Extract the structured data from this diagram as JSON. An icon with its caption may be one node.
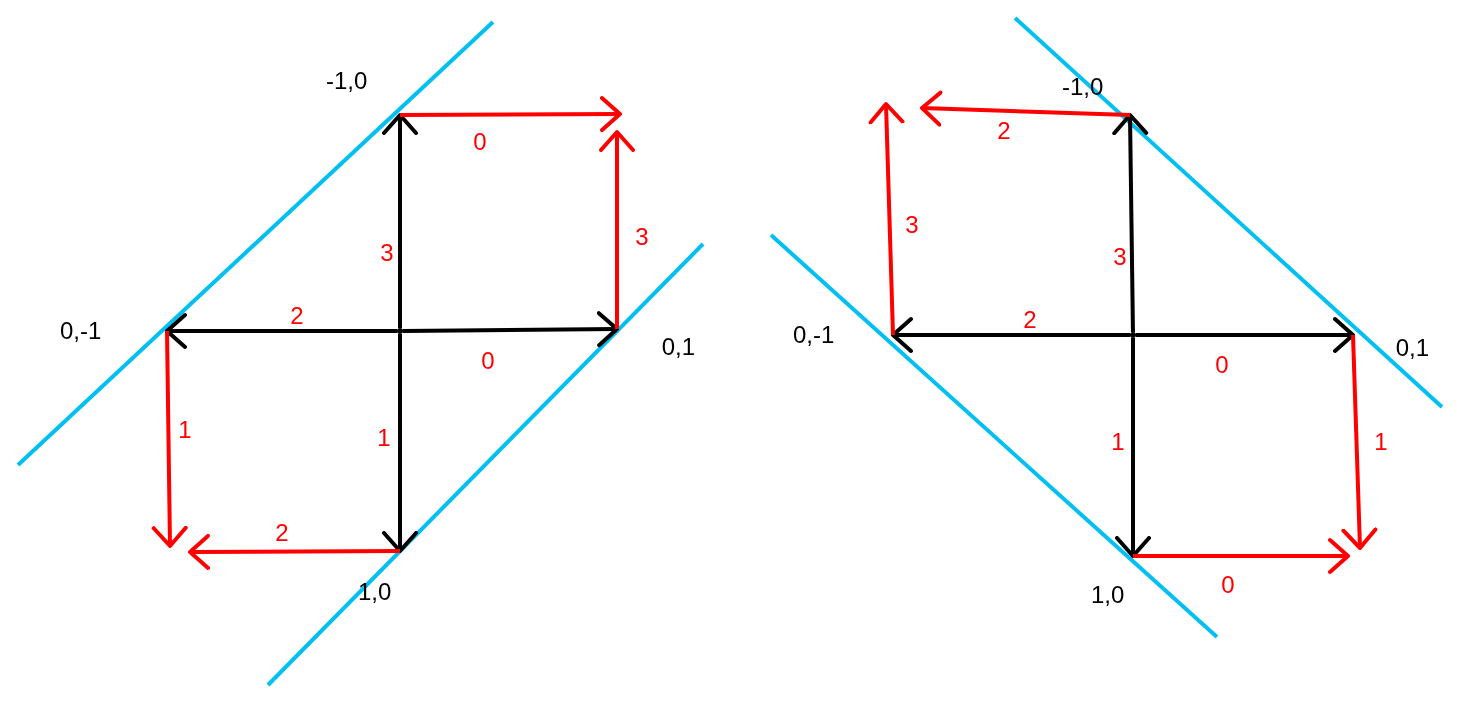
{
  "diagram": {
    "nodes": [
      {
        "text": [
          "-1,0"
        ]
      },
      {
        "text": [
          "0,-1"
        ]
      },
      {
        "text": [],
        "shape": "circle"
      },
      {
        "text": [
          "0,1"
        ]
      },
      {
        "text": [
          "1,0"
        ]
      },
      {
        "text": [
          "-1,0"
        ]
      },
      {
        "text": [
          "0,-1"
        ]
      },
      {
        "text": [],
        "shape": "circle"
      },
      {
        "text": [
          "0,1"
        ]
      },
      {
        "text": [
          "1,0"
        ]
      }
    ],
    "edges": [
      {
        "from": 2,
        "to": 0,
        "arrow": "to",
        "label": "3"
      },
      {
        "from": 2,
        "to": 1,
        "arrow": "to",
        "label": "2"
      },
      {
        "from": 2,
        "to": 3,
        "arrow": "to",
        "label": "0"
      },
      {
        "from": 2,
        "to": 4,
        "arrow": "to",
        "label": "1"
      },
      {
        "from": 0,
        "to": null,
        "arrow": "to",
        "label": "0",
        "color": "#ff0000"
      },
      {
        "from": 3,
        "to": null,
        "arrow": "to",
        "label": "3",
        "color": "#ff0000"
      },
      {
        "from": 1,
        "to": null,
        "arrow": "to",
        "label": "1",
        "color": "#ff0000"
      },
      {
        "from": 4,
        "to": null,
        "arrow": "to",
        "label": "2",
        "color": "#ff0000"
      },
      {
        "from": 7,
        "to": 5,
        "arrow": "to",
        "label": "3"
      },
      {
        "from": 7,
        "to": 6,
        "arrow": "to",
        "label": "2"
      },
      {
        "from": 7,
        "to": 8,
        "arrow": "to",
        "label": "0"
      },
      {
        "from": 7,
        "to": 9,
        "arrow": "to",
        "label": "1"
      },
      {
        "from": 5,
        "to": null,
        "arrow": "to",
        "label": "2",
        "color": "#ff0000"
      },
      {
        "from": 6,
        "to": null,
        "arrow": "to",
        "label": "3",
        "color": "#ff0000"
      },
      {
        "from": 8,
        "to": null,
        "arrow": "to",
        "label": "1",
        "color": "#ff0000"
      },
      {
        "from": 9,
        "to": null,
        "arrow": "to",
        "label": "0",
        "color": "#ff0000"
      }
    ]
  }
}
